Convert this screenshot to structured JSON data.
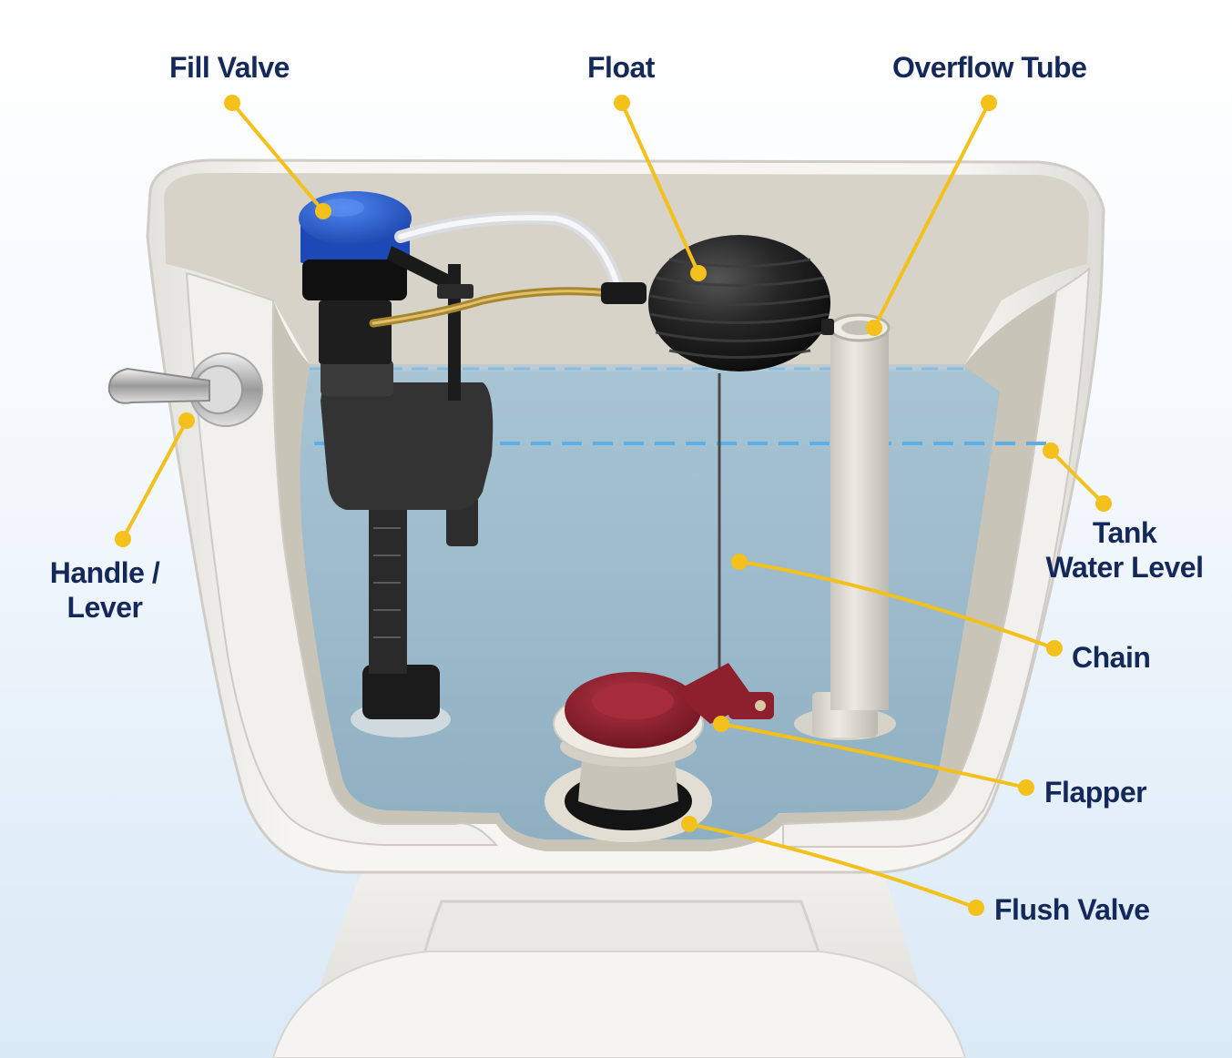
{
  "diagram": {
    "labels": {
      "fill_valve": "Fill Valve",
      "float": "Float",
      "overflow_tube": "Overflow Tube",
      "handle_line1": "Handle /",
      "handle_line2": "Lever",
      "tank_water_line1": "Tank",
      "tank_water_line2": "Water Level",
      "chain": "Chain",
      "flapper": "Flapper",
      "flush_valve": "Flush Valve"
    },
    "colors": {
      "label_text": "#14285a",
      "callout": "#f3c01c",
      "tank_shell": "#eeece7",
      "tank_inner_wall": "#d7d2c8",
      "water": "#9fbccc",
      "fill_valve_cap": "#1f56c9",
      "float_ball": "#222222",
      "flapper": "#8e1f2c",
      "overflow_tube": "#dcdad0",
      "water_level_line": "#6fb7ea"
    }
  }
}
